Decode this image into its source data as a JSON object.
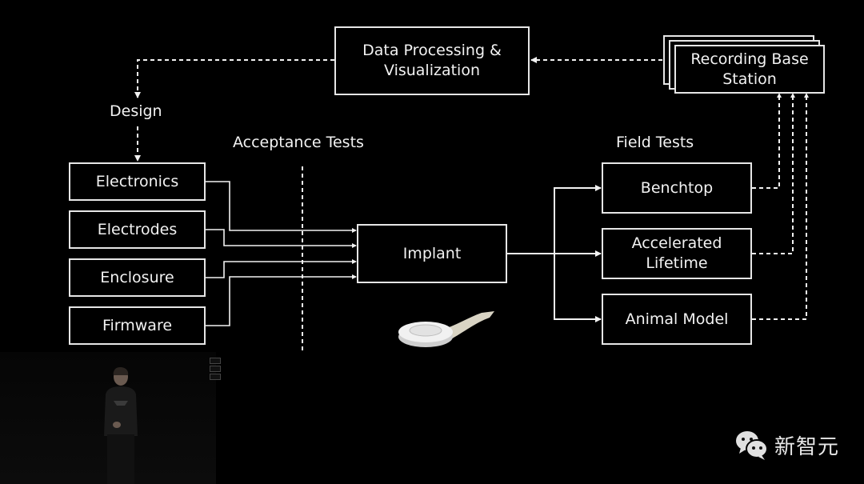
{
  "diagram": {
    "nodes": {
      "data_processing": "Data Processing &\nVisualization",
      "recording_base_station": "Recording Base\nStation",
      "electronics": "Electronics",
      "electrodes": "Electrodes",
      "enclosure": "Enclosure",
      "firmware": "Firmware",
      "implant": "Implant",
      "benchtop": "Benchtop",
      "accelerated_lifetime": "Accelerated\nLifetime",
      "animal_model": "Animal Model"
    },
    "labels": {
      "design": "Design",
      "acceptance_tests": "Acceptance Tests",
      "field_tests": "Field Tests"
    },
    "edges": [
      {
        "from": "recording_base_station",
        "to": "data_processing",
        "style": "dashed"
      },
      {
        "from": "data_processing",
        "to": "design",
        "style": "dashed"
      },
      {
        "from": "design",
        "to": "electronics",
        "style": "dashed"
      },
      {
        "from": "electronics",
        "to": "implant",
        "style": "solid"
      },
      {
        "from": "electrodes",
        "to": "implant",
        "style": "solid"
      },
      {
        "from": "enclosure",
        "to": "implant",
        "style": "solid"
      },
      {
        "from": "firmware",
        "to": "implant",
        "style": "solid"
      },
      {
        "from": "implant",
        "to": "benchtop",
        "style": "solid"
      },
      {
        "from": "implant",
        "to": "accelerated_lifetime",
        "style": "solid"
      },
      {
        "from": "implant",
        "to": "animal_model",
        "style": "solid"
      },
      {
        "from": "benchtop",
        "to": "recording_base_station",
        "style": "dashed"
      },
      {
        "from": "accelerated_lifetime",
        "to": "recording_base_station",
        "style": "dashed"
      },
      {
        "from": "animal_model",
        "to": "recording_base_station",
        "style": "dashed"
      }
    ]
  },
  "watermark": {
    "icon": "wechat-icon",
    "text": "新智元"
  }
}
